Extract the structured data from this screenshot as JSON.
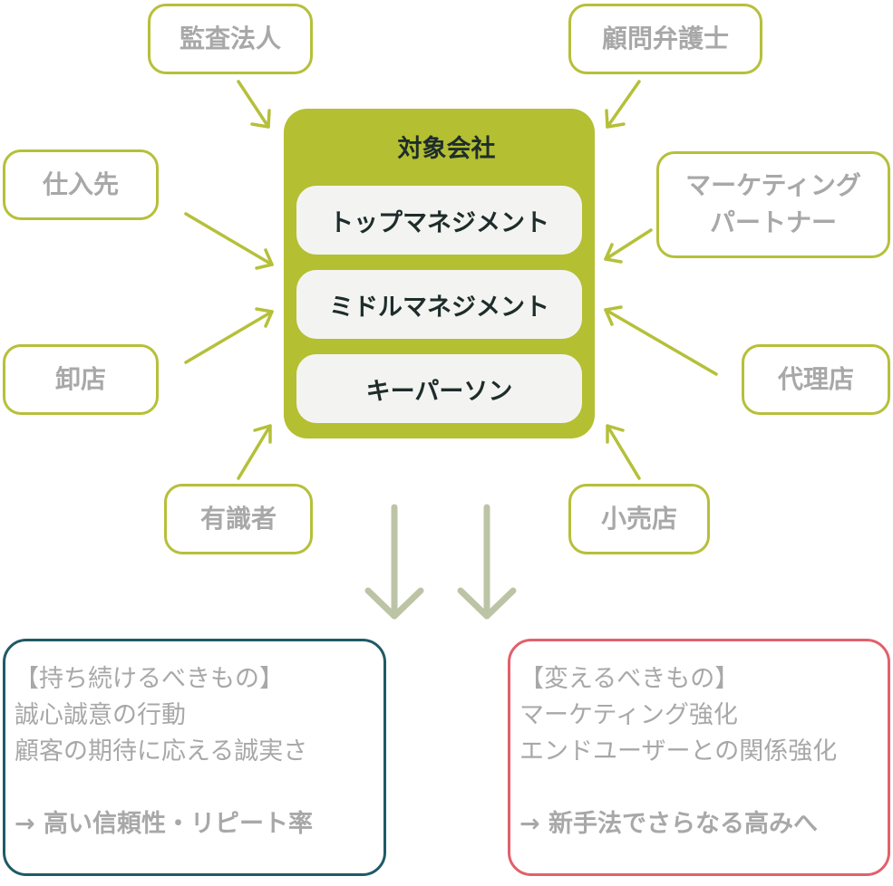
{
  "company": {
    "title": "対象会社",
    "tiers": [
      "トップマネジメント",
      "ミドルマネジメント",
      "キーパーソン"
    ]
  },
  "stakeholders": {
    "auditor": "監査法人",
    "legal_advisor": "顧問弁護士",
    "supplier": "仕入先",
    "marketing_partner_line1": "マーケティング",
    "marketing_partner_line2": "パートナー",
    "wholesaler": "卸店",
    "agency": "代理店",
    "expert": "有識者",
    "retailer": "小売店"
  },
  "keep": {
    "heading": "【持ち続けるべきもの】",
    "items": [
      "誠心誠意の行動",
      "顧客の期待に応える誠実さ"
    ],
    "conclusion": "→ 高い信頼性・リピート率"
  },
  "change": {
    "heading": "【変えるべきもの】",
    "items": [
      "マーケティング強化",
      "エンドユーザーとの関係強化"
    ],
    "conclusion": "→ 新手法でさらなる高みへ"
  },
  "colors": {
    "accent_green": "#b4bf32",
    "tier_background": "#f3f4f2",
    "keep_border": "#1f5a66",
    "change_border": "#e2606b",
    "arrow_down": "#bcc4a6",
    "text_gray": "#a8a8a8",
    "text_dark": "#1e2d2b"
  }
}
